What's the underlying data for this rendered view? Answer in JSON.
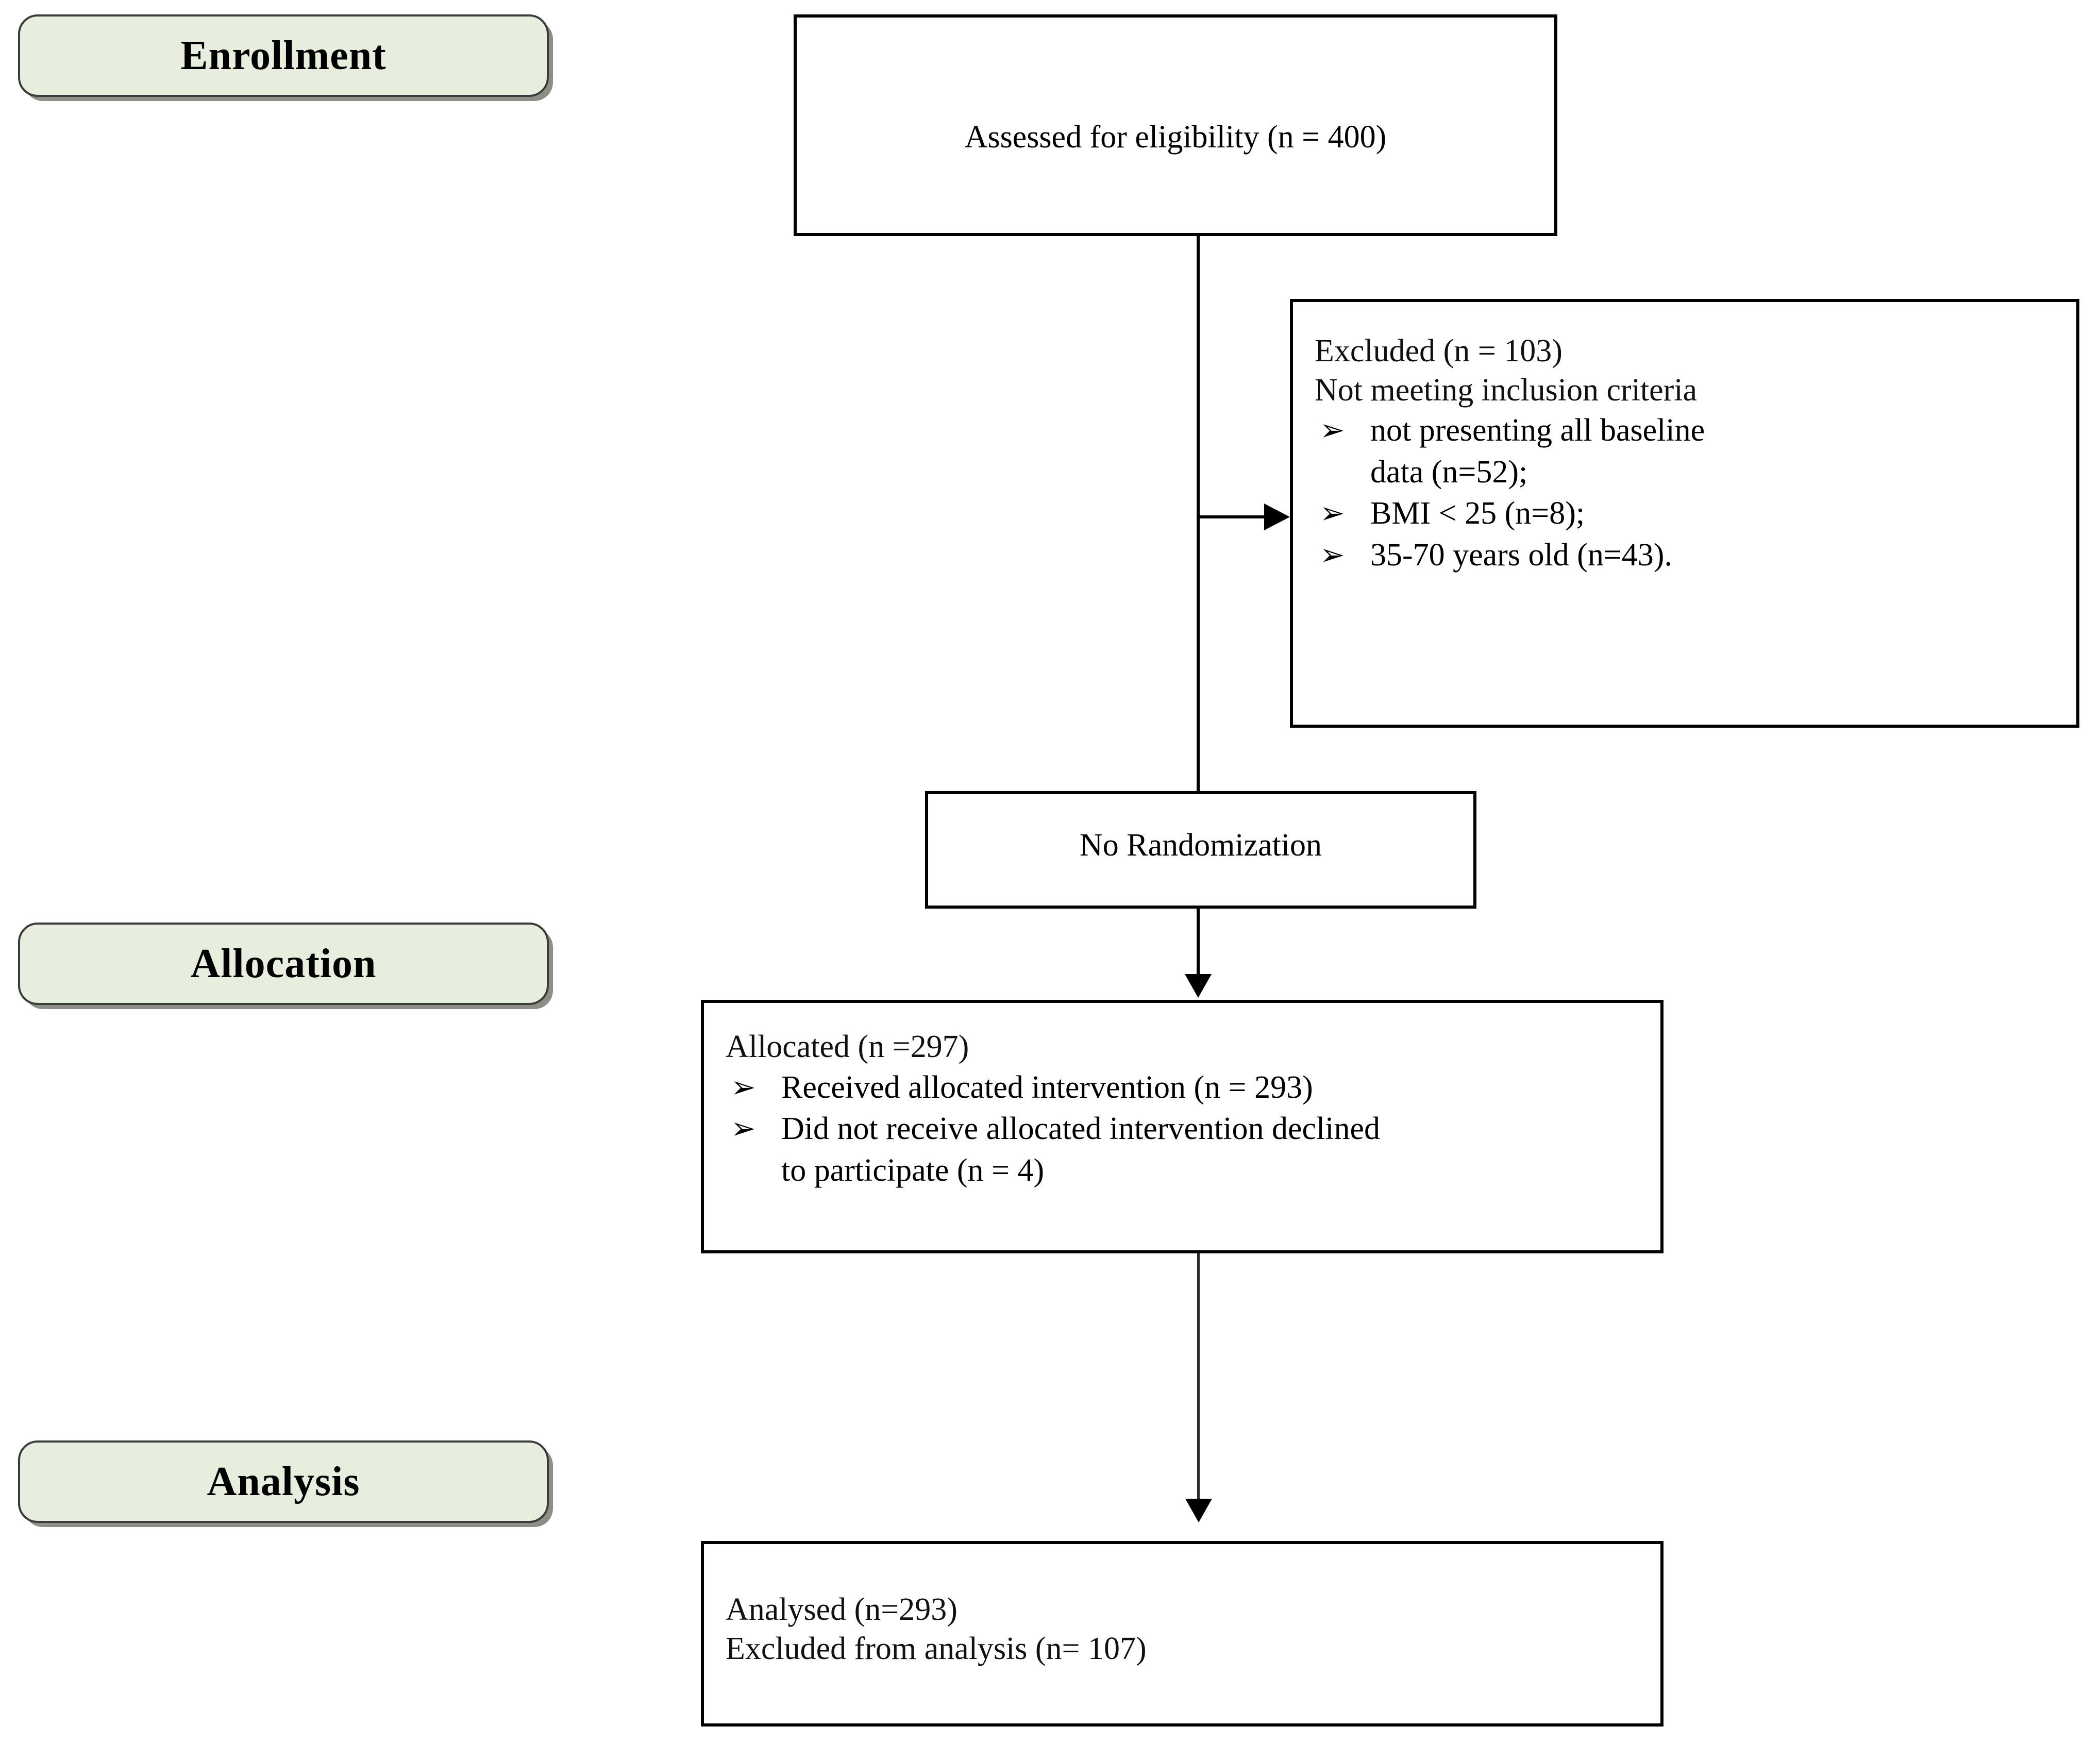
{
  "diagram": {
    "title": "CONSORT participant flow diagram",
    "colors": {
      "stage_label_fill": "#e7eedd",
      "stage_label_border": "#3c3c3c",
      "stage_label_shadow": "#8b8f86",
      "box_border": "#000000",
      "box_fill": "#ffffff",
      "connector": "#000000"
    },
    "stages": [
      {
        "id": "enrollment",
        "label": "Enrollment"
      },
      {
        "id": "allocation",
        "label": "Allocation"
      },
      {
        "id": "analysis",
        "label": "Analysis"
      }
    ],
    "bullet_glyph": "➢",
    "boxes": {
      "eligibility": {
        "text": "Assessed for eligibility (n = 400)"
      },
      "excluded": {
        "heading": "Excluded  (n = 103)",
        "subheading": "Not meeting inclusion criteria",
        "items": [
          {
            "line1": "not presenting all  baseline",
            "line2": "data (n=52);"
          },
          {
            "line1": "BMI < 25 (n=8);",
            "line2": ""
          },
          {
            "line1": "35-70 years old (n=43).",
            "line2": ""
          }
        ]
      },
      "no_randomization": {
        "text": "No Randomization"
      },
      "allocated": {
        "heading": "Allocated (n =297)",
        "items": [
          {
            "line1": "Received allocated intervention (n = 293)",
            "line2": ""
          },
          {
            "line1": "Did not receive allocated intervention declined",
            "line2": "to participate (n = 4)"
          }
        ]
      },
      "analysed": {
        "line1": "Analysed (n=293)",
        "line2": "Excluded from analysis (n= 107)"
      }
    },
    "connectors": [
      {
        "id": "eligibility-to-junction",
        "type": "vertical"
      },
      {
        "id": "junction-to-excluded",
        "type": "horizontal-arrow"
      },
      {
        "id": "junction-to-no-randomization",
        "type": "vertical"
      },
      {
        "id": "no-randomization-to-allocated",
        "type": "vertical-arrow"
      },
      {
        "id": "allocated-to-analysed",
        "type": "vertical-arrow"
      }
    ]
  }
}
